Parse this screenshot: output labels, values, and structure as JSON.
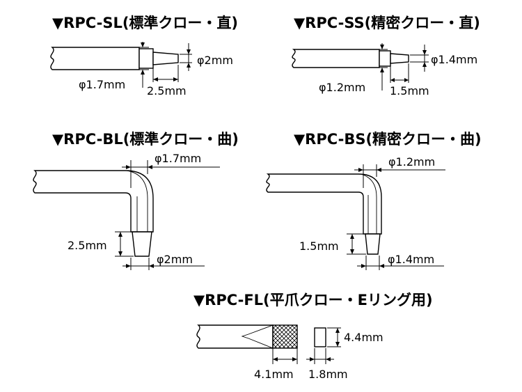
{
  "tools": [
    {
      "id": "rpc-sl",
      "title": "▼RPC-SL(標準クロー・直)",
      "shaft_diameter": "φ1.7mm",
      "tip_diameter": "φ2mm",
      "tip_length": "2.5mm"
    },
    {
      "id": "rpc-ss",
      "title": "▼RPC-SS(精密クロー・直)",
      "shaft_diameter": "φ1.2mm",
      "tip_diameter": "φ1.4mm",
      "tip_length": "1.5mm"
    },
    {
      "id": "rpc-bl",
      "title": "▼RPC-BL(標準クロー・曲)",
      "shaft_diameter": "φ1.7mm",
      "tip_diameter": "φ2mm",
      "tip_length": "2.5mm"
    },
    {
      "id": "rpc-bs",
      "title": "▼RPC-BS(精密クロー・曲)",
      "shaft_diameter": "φ1.2mm",
      "tip_diameter": "φ1.4mm",
      "tip_length": "1.5mm"
    },
    {
      "id": "rpc-fl",
      "title": "▼RPC-FL(平爪クロー・Eリング用)",
      "tip_length": "4.1mm",
      "tip_thickness": "1.8mm",
      "tip_width": "4.4mm"
    }
  ]
}
